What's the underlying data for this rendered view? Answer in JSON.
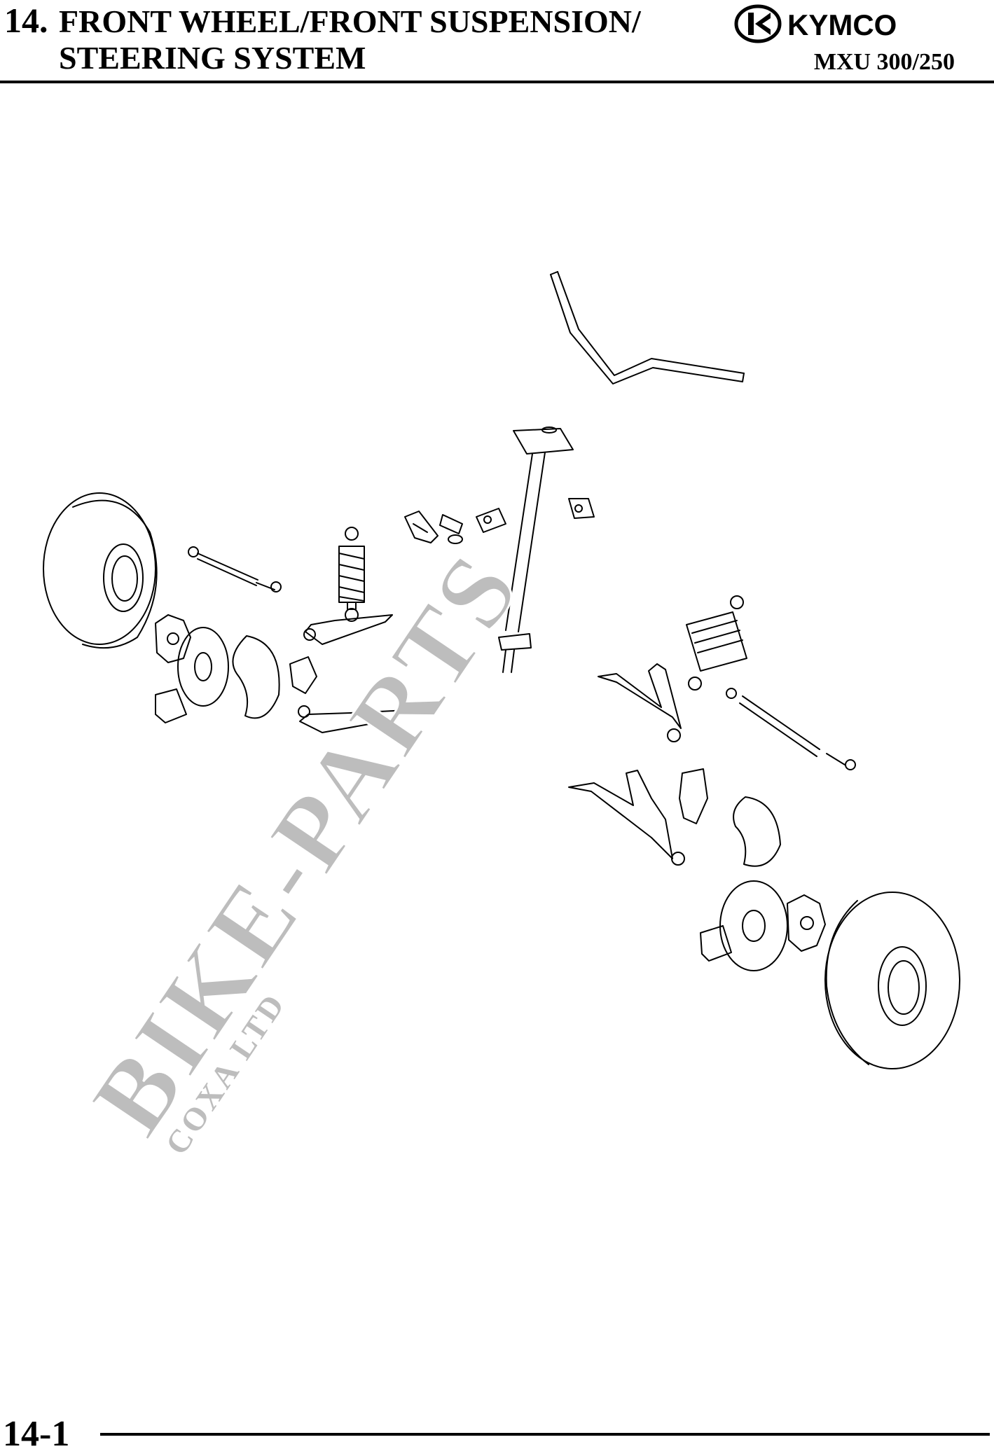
{
  "header": {
    "section_number": "14.",
    "title_line_1": "FRONT WHEEL/FRONT SUSPENSION/",
    "title_line_2": "STEERING SYSTEM",
    "brand": "KYMCO",
    "model": "MXU 300/250"
  },
  "watermark": {
    "main": "BIKE-PARTS",
    "sub": "COXA LTD"
  },
  "footer": {
    "page_number": "14-1"
  },
  "colors": {
    "ink": "#000000",
    "watermark": "#bdbdbd",
    "paper": "#ffffff"
  }
}
